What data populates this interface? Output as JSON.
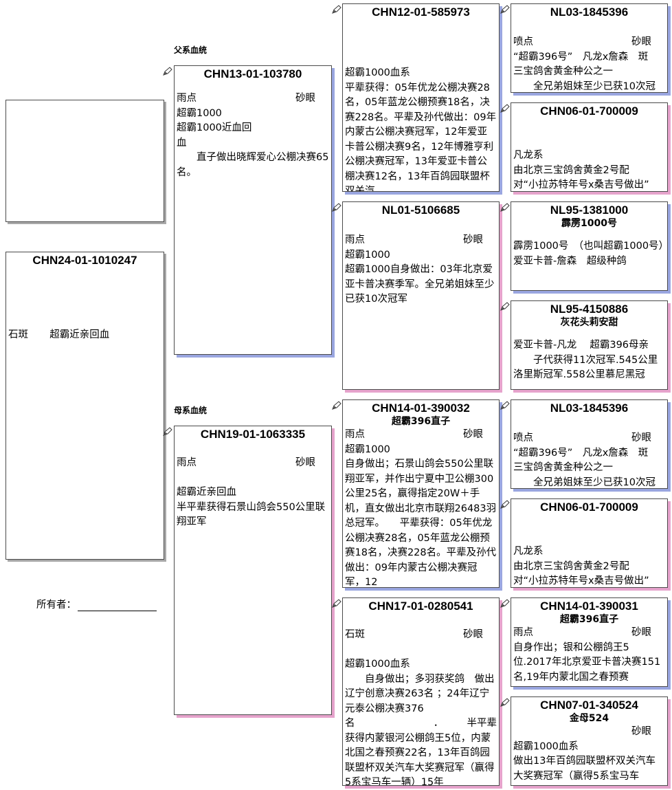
{
  "labels": {
    "paternal": "父系血统",
    "maternal": "母系血统",
    "owner": "所有者："
  },
  "subject": {
    "ring": "CHN24-01-1010247",
    "color": "石斑",
    "line": "超霸近亲回血"
  },
  "sire": {
    "ring": "CHN13-01-103780",
    "color": "雨点",
    "eye": "砂眼",
    "line": "超霸1000",
    "lines": [
      "超霸1000近血回",
      "血"
    ],
    "note": "直子做出晓辉爱心公棚决赛65名。"
  },
  "dam": {
    "ring": "CHN19-01-1063335",
    "color": "雨点",
    "eye": "砂眼",
    "line": "超霸近亲回血",
    "note": "半平辈获得石景山鸽会550公里联翔亚军"
  },
  "ss": {
    "ring": "CHN12-01-585973",
    "line": "超霸1000血系",
    "note": "平辈获得：05年优龙公棚决赛28名，05年蓝龙公棚预赛18名，决赛228名。平辈及孙代做出：09年内蒙古公棚决赛冠军，12年爱亚卡普公棚决赛9名，12年博雅亨利公棚决赛冠军，13年爱亚卡普公棚决赛12名，13年百鸽园联盟杯双关汽"
  },
  "sd": {
    "ring": "NL01-5106685",
    "color": "雨点",
    "eye": "砂眼",
    "line": "超霸1000",
    "note": "超霸1000自身做出：03年北京爱亚卡普决赛季军。全兄弟姐妹至少已获10次冠军"
  },
  "ds": {
    "ring": "CHN14-01-390032",
    "name": "超霸396直子",
    "color": "雨点",
    "eye": "砂眼",
    "line": "超霸1000",
    "note": "自身做出；石景山鸽会550公里联翔亚军，并作出宁夏中卫公棚300公里25名，赢得指定20W＋手机，直女做出北京市联翔26483羽总冠军。　　平辈获得：05年优龙公棚决赛28名，05年蓝龙公棚预赛18名，决赛228名。平辈及孙代做出：09年内蒙古公棚决赛冠军，12"
  },
  "dd": {
    "ring": "CHN17-01-0280541",
    "color": "石斑",
    "eye": "砂眼",
    "line": "超霸1000血系",
    "note1": "自身做出；多羽获奖鸽　做出辽宁创意决赛263名 ；24年辽宁元泰公棚决赛376",
    "note2a": "名",
    "note2b": "．",
    "note2c": "半平辈",
    "note3": "获得内蒙银河公棚鸽王5位，内蒙北国之春预赛22名，13年百鸽园联盟杯双关汽车大奖赛冠军（赢得5系宝马车一辆）15年"
  },
  "sss": {
    "ring": "NL03-1845396",
    "color": "喷点",
    "eye": "砂眼",
    "line1": "“超霸396号”　凡龙x詹森　斑",
    "line2": "三宝鸽舍黄金种公之一",
    "line3": "全兄弟姐妹至少已获10次冠"
  },
  "ssd": {
    "ring": "CHN06-01-700009",
    "line": "凡龙系",
    "note1": "由北京三宝鸽舍黄金2号配",
    "note2": "对“小拉苏特年号x桑吉号做出”"
  },
  "sds": {
    "ring": "NL95-1381000",
    "name": "霹雳1000号",
    "line1": "霹雳1000号　（也叫超霸1000号）",
    "line2": "爱亚卡普-詹森　超级种鸽"
  },
  "sdd": {
    "ring": "NL95-4150886",
    "name": "灰花头莉安甜",
    "line1": "爱亚卡普-凡龙　 超霸396母亲",
    "line2": "子代获得11次冠军.545公里",
    "line3": "洛里斯冠军.558公里慕尼黑冠"
  },
  "dss": {
    "ring": "NL03-1845396",
    "color": "喷点",
    "eye": "砂眼",
    "line1": "“超霸396号”　凡龙x詹森　斑",
    "line2": "三宝鸽舍黄金种公之一",
    "line3": "全兄弟姐妹至少已获10次冠"
  },
  "dsd": {
    "ring": "CHN06-01-700009",
    "line": "凡龙系",
    "note1": "由北京三宝鸽舍黄金2号配",
    "note2": "对“小拉苏特年号x桑吉号做出”"
  },
  "dds": {
    "ring": "CHN14-01-390031",
    "name": "超霸396直子",
    "color": "雨点",
    "eye": "砂眼",
    "note": "自身作出；银和公棚鸽王5位.2017年北京爱亚卡普决赛151名,19年内蒙北国之春预赛"
  },
  "ddd": {
    "ring": "CHN07-01-340524",
    "name": "金母524",
    "eye": "砂眼",
    "line": "超霸1000血系",
    "note": "做出13年百鸽园联盟杯双关汽车大奖赛冠军（赢得5系宝马车"
  }
}
